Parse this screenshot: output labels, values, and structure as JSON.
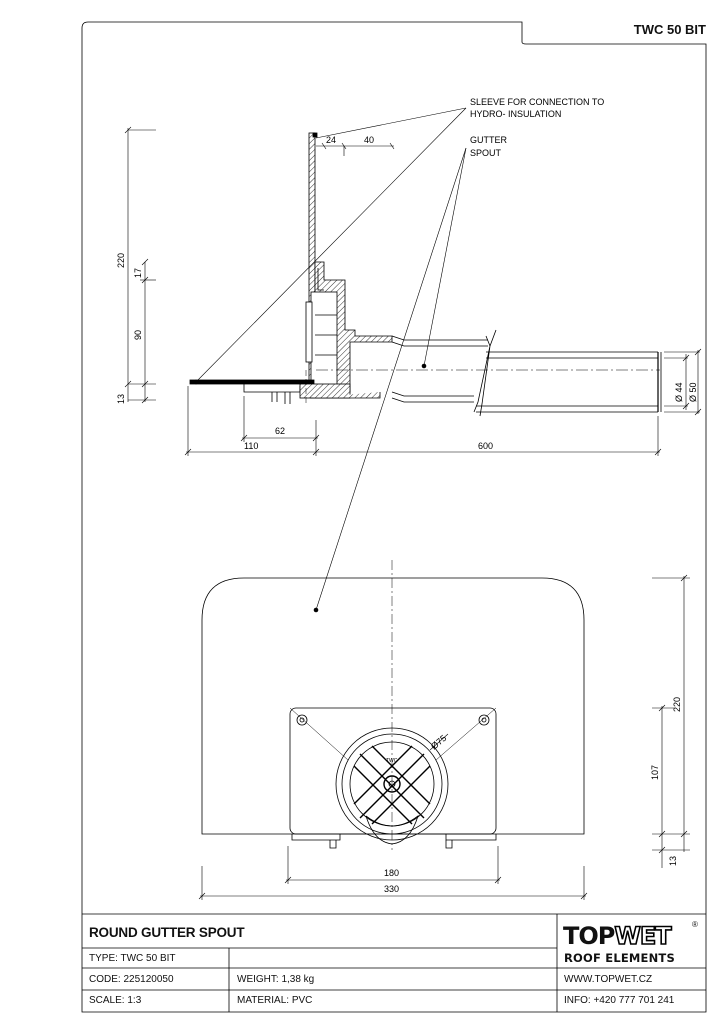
{
  "header": {
    "code": "TWC 50 BIT"
  },
  "drawing": {
    "callouts": {
      "sleeve_line1": "SLEEVE FOR CONNECTION TO",
      "sleeve_line2": "HYDRO- INSULATION",
      "gutter_line1": "GUTTER",
      "gutter_line2": "SPOUT"
    },
    "dims_side": {
      "d24": "24",
      "d40": "40",
      "d220": "220",
      "d17": "17",
      "d90": "90",
      "d13": "13",
      "d62": "62",
      "d110": "110",
      "d600": "600",
      "d44": "Ø 44",
      "d50": "Ø 50"
    },
    "dims_plan": {
      "d75": "Ø75",
      "d220": "220",
      "d107": "107",
      "d13": "13",
      "d180": "180",
      "d330": "330"
    },
    "mark": "TWC"
  },
  "title_block": {
    "title": "ROUND GUTTER SPOUT",
    "type": "TYPE: TWC 50 BIT",
    "code": "CODE: 225120050",
    "weight": "WEIGHT:  1,38 kg",
    "scale": "SCALE: 1:3",
    "material": "MATERIAL: PVC",
    "web": "WWW.TOPWET.CZ",
    "info": "INFO: +420 777 701 241",
    "logo_top_a": "TOP",
    "logo_top_b": "WET",
    "logo_reg": "®",
    "logo_sub": "ROOF ELEMENTS"
  }
}
